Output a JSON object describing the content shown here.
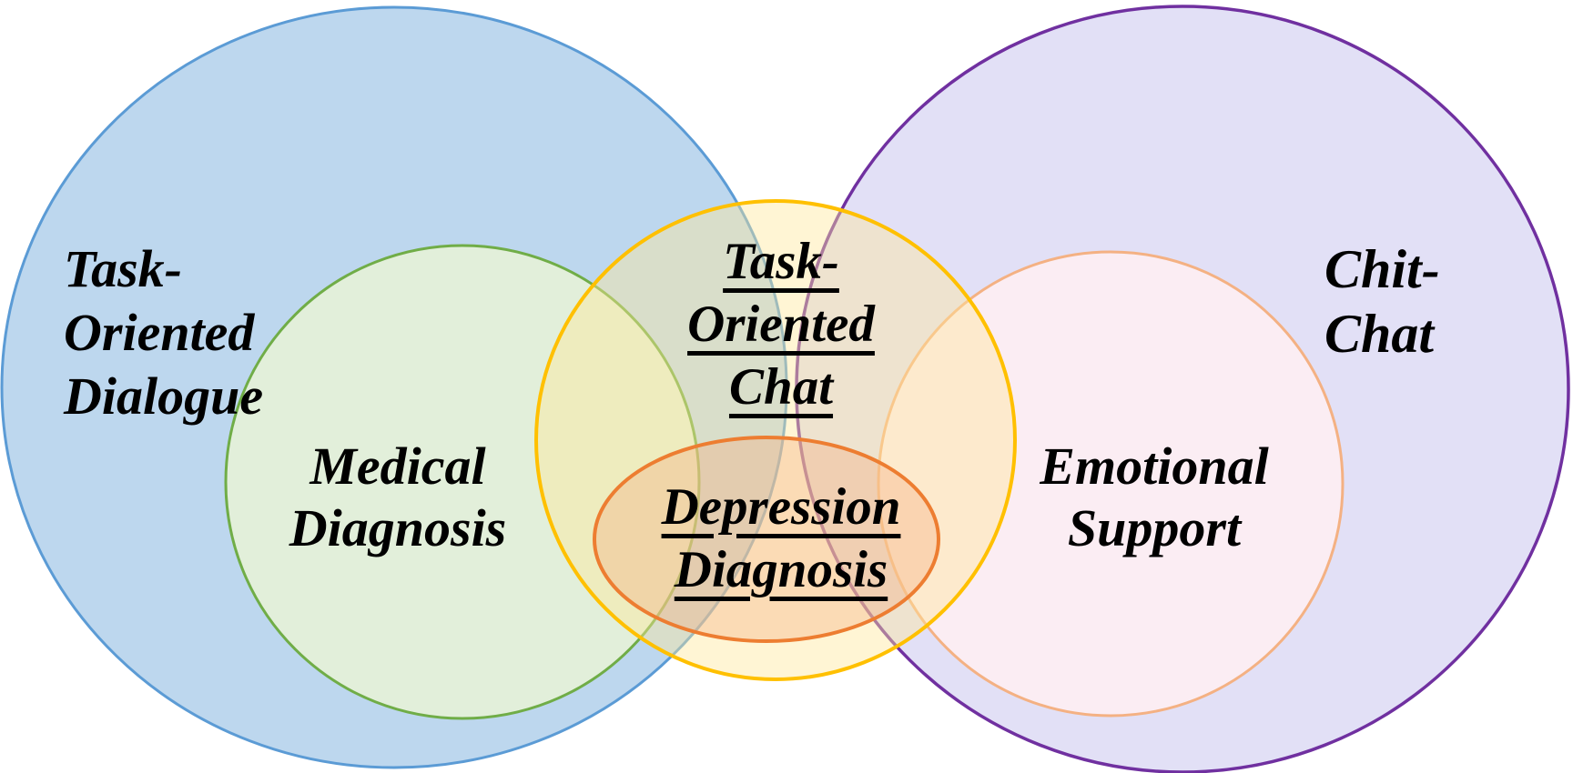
{
  "diagram": {
    "type": "venn",
    "background": "#FFFFFF",
    "labels": {
      "task_oriented_dialogue": "Task-\nOriented\nDialogue",
      "medical_diagnosis": "Medical\nDiagnosis",
      "task_oriented_chat": "Task-\nOriented\nChat",
      "depression_diagnosis": "Depression\nDiagnosis",
      "emotional_support": "Emotional\nSupport",
      "chit_chat": "Chit-\nChat"
    },
    "sets": [
      {
        "name": "Task-Oriented Dialogue",
        "shape": "ellipse",
        "emphasized": false
      },
      {
        "name": "Medical Diagnosis",
        "shape": "circle",
        "contained_in": "Task-Oriented Dialogue",
        "emphasized": false
      },
      {
        "name": "Chit-Chat",
        "shape": "ellipse",
        "emphasized": false
      },
      {
        "name": "Emotional Support",
        "shape": "circle",
        "contained_in": "Chit-Chat",
        "emphasized": false
      },
      {
        "name": "Task-Oriented Chat",
        "shape": "circle",
        "overlaps": [
          "Task-Oriented Dialogue",
          "Medical Diagnosis",
          "Chit-Chat",
          "Emotional Support"
        ],
        "emphasized": true
      },
      {
        "name": "Depression Diagnosis",
        "shape": "ellipse",
        "contained_in": "Task-Oriented Chat",
        "emphasized": true
      }
    ],
    "colors": {
      "blue_stroke": "#5B9BD5",
      "blue_fill": "#BDD7EE",
      "green_stroke": "#70AD47",
      "green_fill": "#E2EFDA",
      "purple_stroke": "#7030A0",
      "purple_fill": "#E2E0F6",
      "pink_stroke": "#F4B183",
      "pink_fill": "#FBEDF3",
      "yellow_stroke": "#FFC000",
      "yellow_fill": "rgba(255,230,153,0.42)",
      "orange_stroke": "#ED7D31",
      "orange_fill": "rgba(244,177,131,0.38)",
      "text": "#000000"
    }
  }
}
